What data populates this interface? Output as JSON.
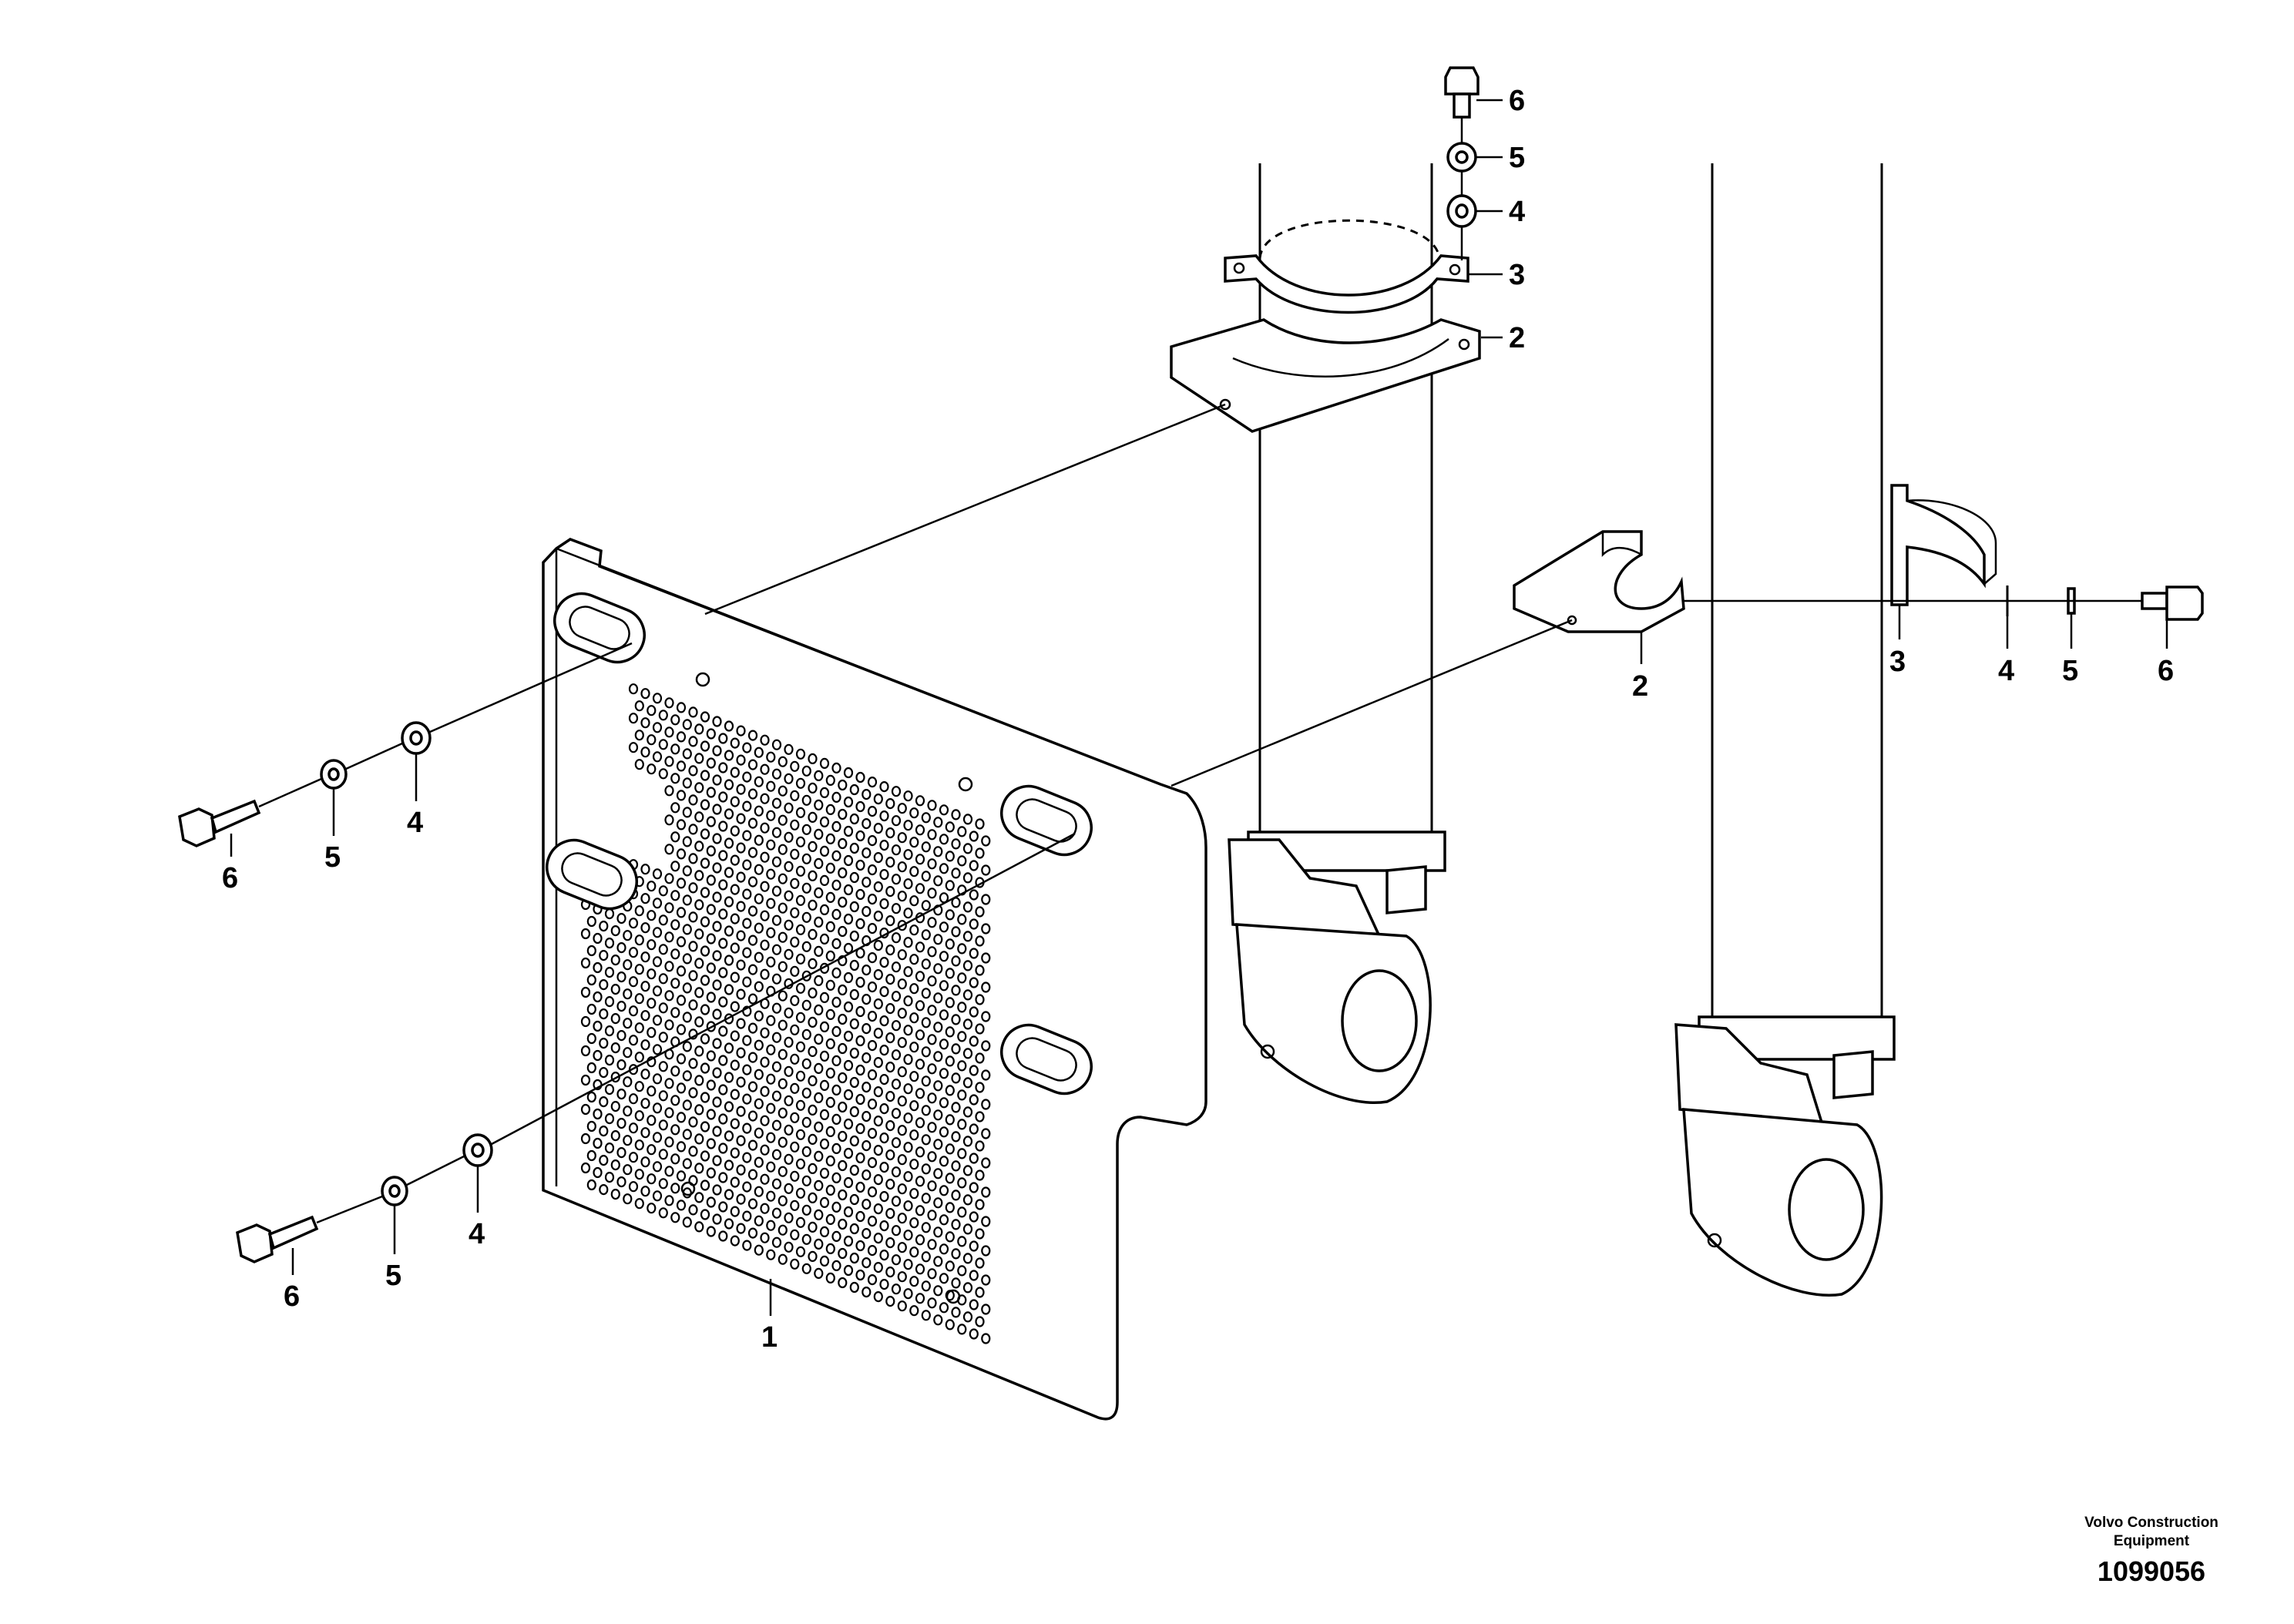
{
  "diagram": {
    "type": "exploded-parts-view",
    "callouts": {
      "panel": "1",
      "bracket_upper": "2",
      "bracket_right": "2",
      "clamp_upper": "3",
      "clamp_right": "3",
      "washer_a_upper": "4",
      "washer_a_right": "4",
      "washer_a_left_top": "4",
      "washer_a_left_bottom": "4",
      "washer_b_upper": "5",
      "washer_b_right": "5",
      "washer_b_left_top": "5",
      "washer_b_left_bottom": "5",
      "bolt_upper": "6",
      "bolt_right": "6",
      "bolt_left_top": "6",
      "bolt_left_bottom": "6"
    }
  },
  "footer": {
    "company_line1": "Volvo Construction",
    "company_line2": "Equipment",
    "document_number": "1099056"
  }
}
